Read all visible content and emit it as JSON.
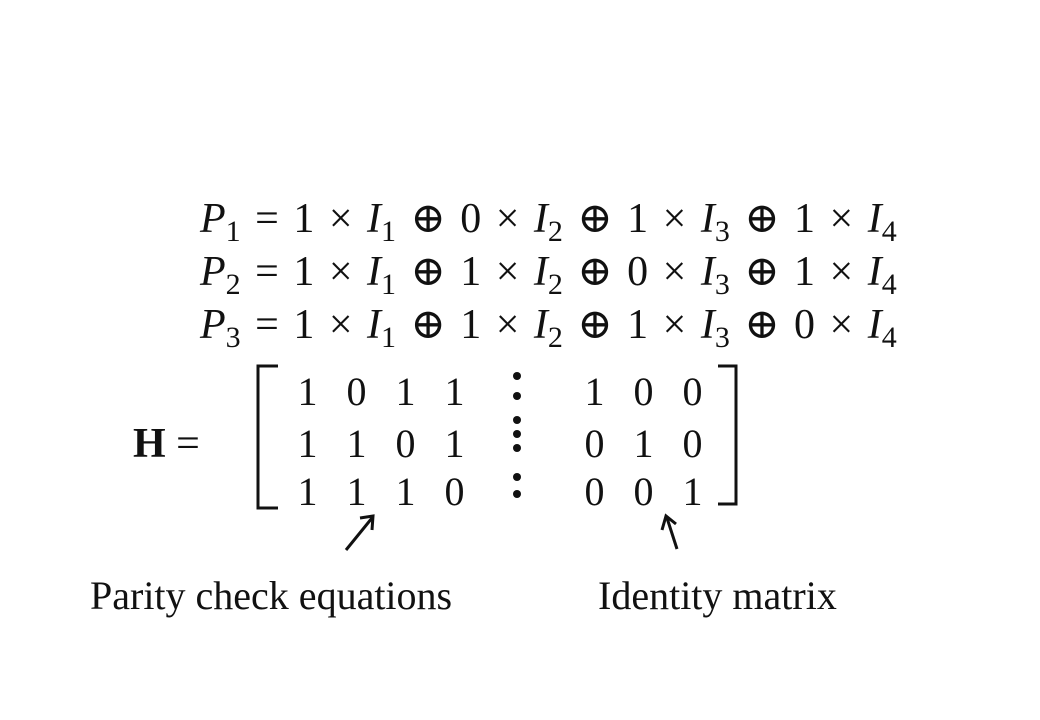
{
  "equations": [
    {
      "lhs": "P",
      "lhs_sub": "1",
      "terms": [
        {
          "coef": "1",
          "var": "I",
          "sub": "1"
        },
        {
          "coef": "0",
          "var": "I",
          "sub": "2"
        },
        {
          "coef": "1",
          "var": "I",
          "sub": "3"
        },
        {
          "coef": "1",
          "var": "I",
          "sub": "4"
        }
      ]
    },
    {
      "lhs": "P",
      "lhs_sub": "2",
      "terms": [
        {
          "coef": "1",
          "var": "I",
          "sub": "1"
        },
        {
          "coef": "1",
          "var": "I",
          "sub": "2"
        },
        {
          "coef": "0",
          "var": "I",
          "sub": "3"
        },
        {
          "coef": "1",
          "var": "I",
          "sub": "4"
        }
      ]
    },
    {
      "lhs": "P",
      "lhs_sub": "3",
      "terms": [
        {
          "coef": "1",
          "var": "I",
          "sub": "1"
        },
        {
          "coef": "1",
          "var": "I",
          "sub": "2"
        },
        {
          "coef": "1",
          "var": "I",
          "sub": "3"
        },
        {
          "coef": "0",
          "var": "I",
          "sub": "4"
        }
      ]
    }
  ],
  "symbols": {
    "equals": "=",
    "times": "×",
    "xor": "⊕"
  },
  "matrix": {
    "name": "H",
    "equals": "=",
    "left": [
      [
        "1",
        "0",
        "1",
        "1"
      ],
      [
        "1",
        "1",
        "0",
        "1"
      ],
      [
        "1",
        "1",
        "1",
        "0"
      ]
    ],
    "right": [
      [
        "1",
        "0",
        "0"
      ],
      [
        "0",
        "1",
        "0"
      ],
      [
        "0",
        "0",
        "1"
      ]
    ]
  },
  "annotations": {
    "left_label": "Parity check equations",
    "right_label": "Identity matrix"
  }
}
